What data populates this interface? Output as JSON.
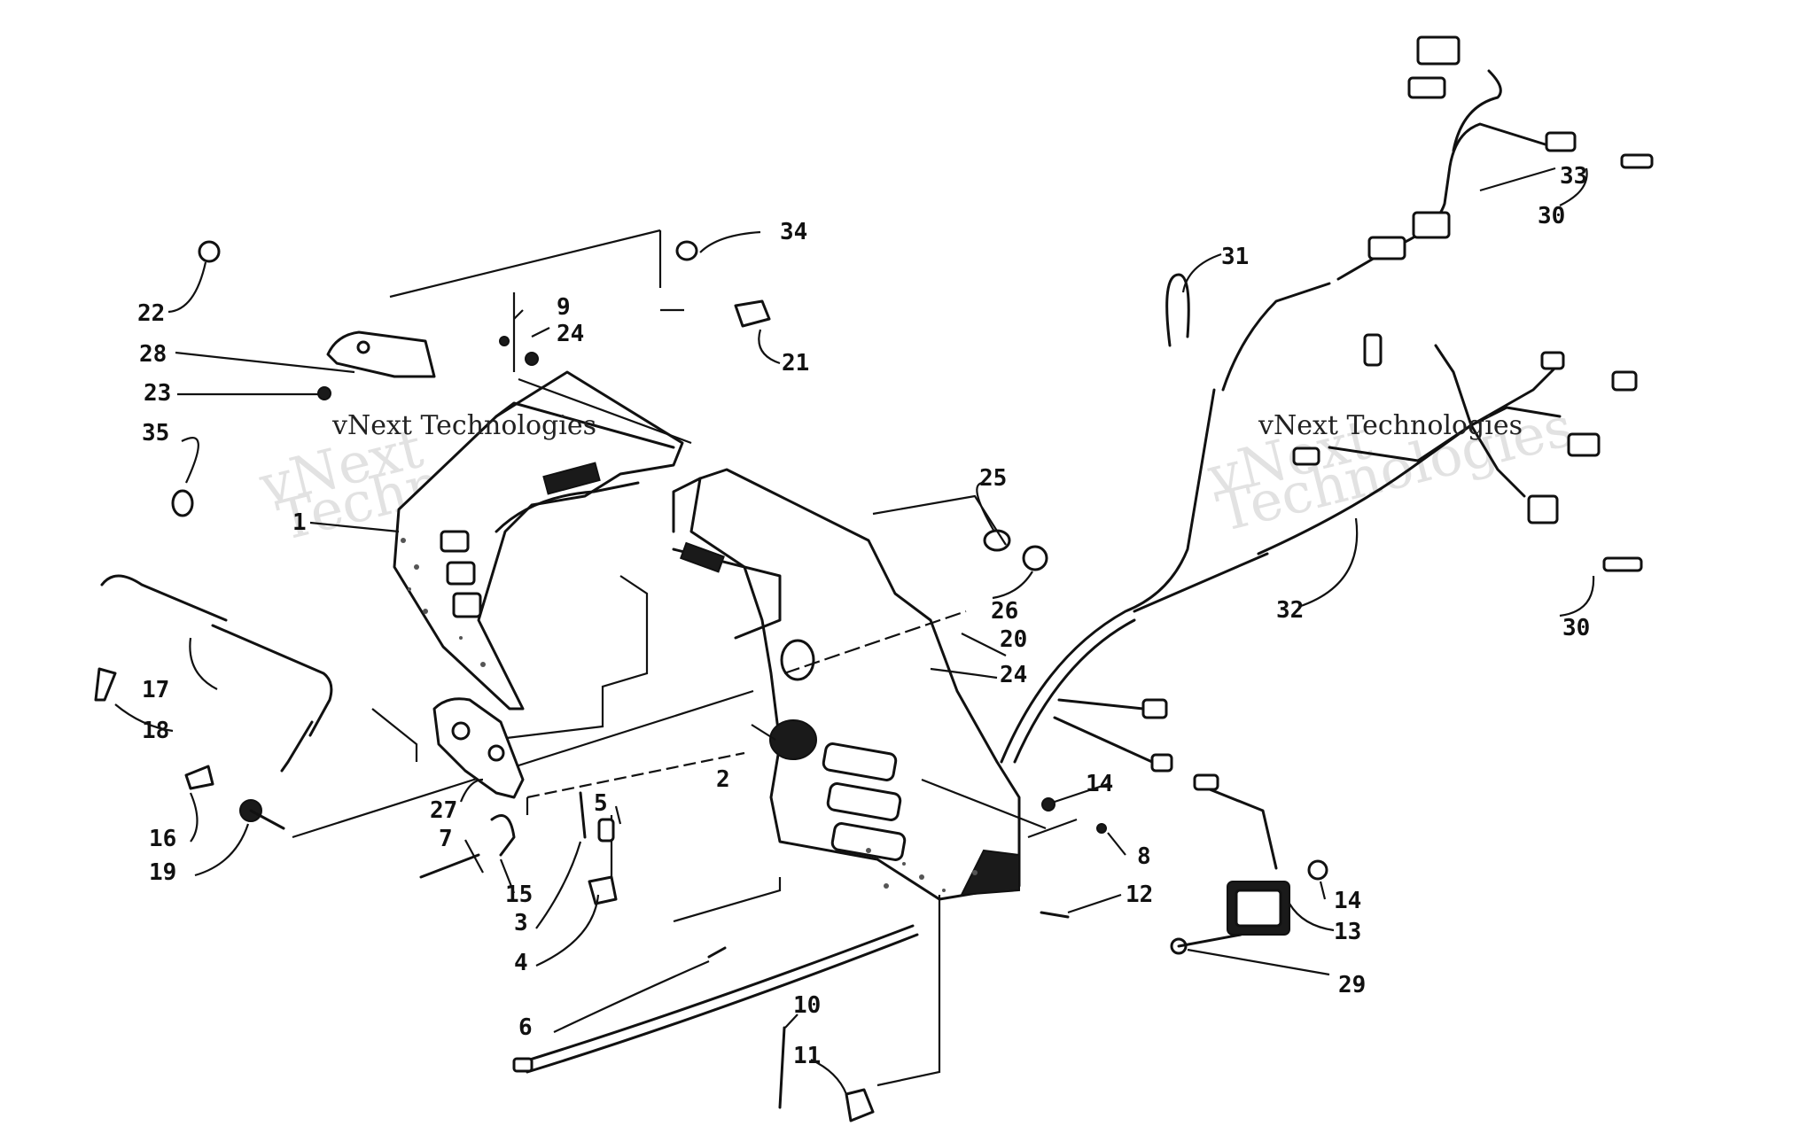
{
  "watermarks": [
    {
      "text": "vNext Technologies"
    },
    {
      "text": "vNext Technologies"
    }
  ],
  "callouts": [
    {
      "id": "1",
      "text": "1"
    },
    {
      "id": "2",
      "text": "2"
    },
    {
      "id": "3",
      "text": "3"
    },
    {
      "id": "4",
      "text": "4"
    },
    {
      "id": "5",
      "text": "5"
    },
    {
      "id": "6",
      "text": "6"
    },
    {
      "id": "7",
      "text": "7"
    },
    {
      "id": "8",
      "text": "8"
    },
    {
      "id": "9",
      "text": "9"
    },
    {
      "id": "10",
      "text": "10"
    },
    {
      "id": "11",
      "text": "11"
    },
    {
      "id": "12",
      "text": "12"
    },
    {
      "id": "13",
      "text": "13"
    },
    {
      "id": "14a",
      "text": "14"
    },
    {
      "id": "14b",
      "text": "14"
    },
    {
      "id": "15",
      "text": "15"
    },
    {
      "id": "16",
      "text": "16"
    },
    {
      "id": "17",
      "text": "17"
    },
    {
      "id": "18",
      "text": "18"
    },
    {
      "id": "19",
      "text": "19"
    },
    {
      "id": "20",
      "text": "20"
    },
    {
      "id": "21",
      "text": "21"
    },
    {
      "id": "22",
      "text": "22"
    },
    {
      "id": "23",
      "text": "23"
    },
    {
      "id": "24a",
      "text": "24"
    },
    {
      "id": "24b",
      "text": "24"
    },
    {
      "id": "25",
      "text": "25"
    },
    {
      "id": "26",
      "text": "26"
    },
    {
      "id": "27",
      "text": "27"
    },
    {
      "id": "28",
      "text": "28"
    },
    {
      "id": "29",
      "text": "29"
    },
    {
      "id": "30a",
      "text": "30"
    },
    {
      "id": "30b",
      "text": "30"
    },
    {
      "id": "31",
      "text": "31"
    },
    {
      "id": "32",
      "text": "32"
    },
    {
      "id": "33",
      "text": "33"
    },
    {
      "id": "34",
      "text": "34"
    },
    {
      "id": "35",
      "text": "35"
    }
  ]
}
